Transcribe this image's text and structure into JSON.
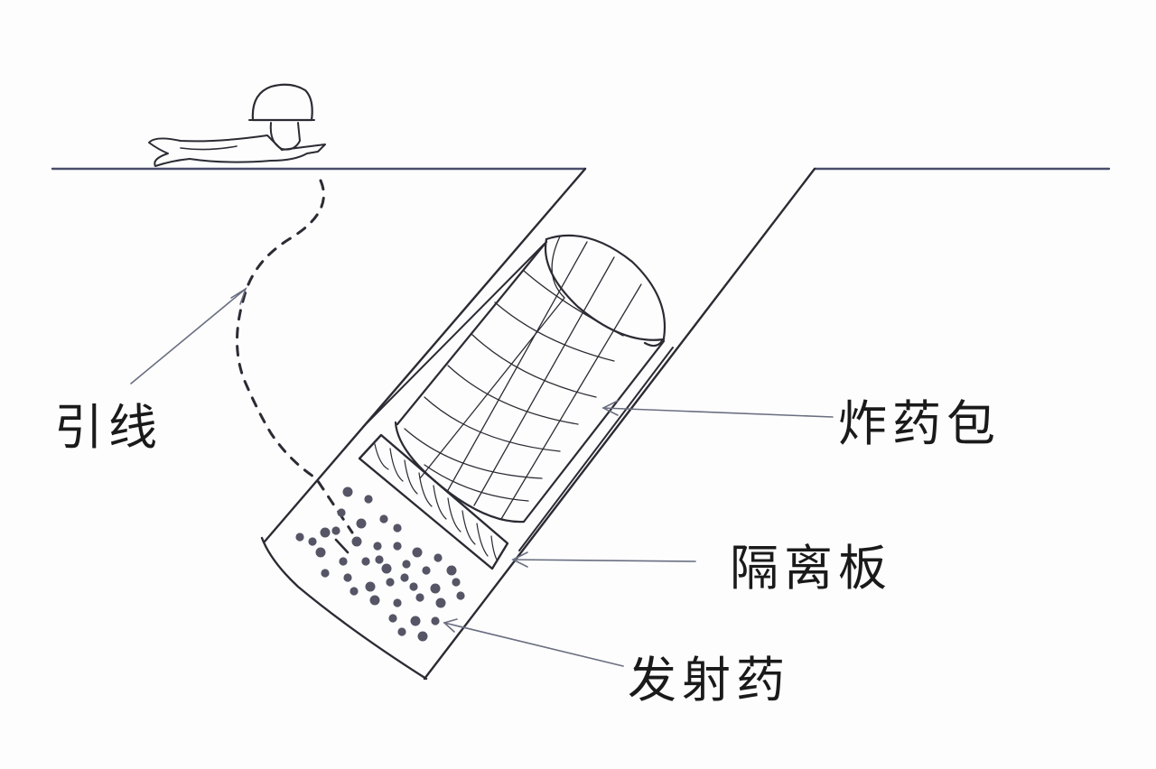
{
  "labels": {
    "fuse": "引线",
    "charge": "炸药包",
    "separator": "隔离板",
    "propellant": "发射药"
  },
  "colors": {
    "ink": "#2b2b33",
    "ground": "#4a4e6a",
    "propellant_dots": "#555566",
    "leader": "#6a6f80"
  },
  "icons": {
    "soldier": "prone-soldier-icon"
  }
}
